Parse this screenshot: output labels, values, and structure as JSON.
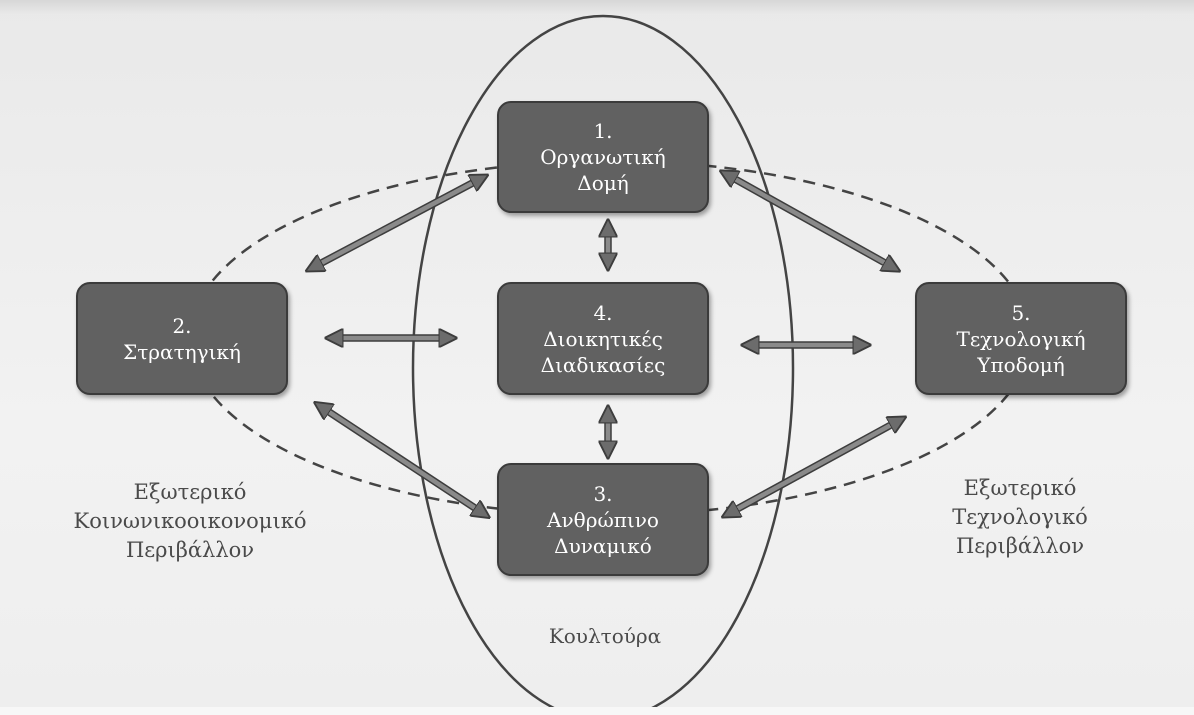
{
  "boxes": {
    "organizational_structure": {
      "number": "1.",
      "line1": "Οργανωτική",
      "line2": "Δομή"
    },
    "strategy": {
      "number": "2.",
      "line1": "Στρατηγική"
    },
    "human_resources": {
      "number": "3.",
      "line1": "Ανθρώπινο",
      "line2": "Δυναμικό"
    },
    "management_processes": {
      "number": "4.",
      "line1": "Διοικητικές",
      "line2": "Διαδικασίες"
    },
    "technological_infrastructure": {
      "number": "5.",
      "line1": "Τεχνολογική",
      "line2": "Υποδομή"
    }
  },
  "environments": {
    "left": {
      "line1": "Εξωτερικό",
      "line2": "Κοινωνικοοικονομικό",
      "line3": "Περιβάλλον"
    },
    "right": {
      "line1": "Εξωτερικό",
      "line2": "Τεχνολογικό",
      "line3": "Περιβάλλον"
    }
  },
  "culture_label": "Κουλτούρα",
  "colors": {
    "box_fill": "#616161",
    "box_border": "#3b3b3b",
    "arrow_fill": "#707070",
    "line": "#444444",
    "text": "#4a4a4a"
  }
}
